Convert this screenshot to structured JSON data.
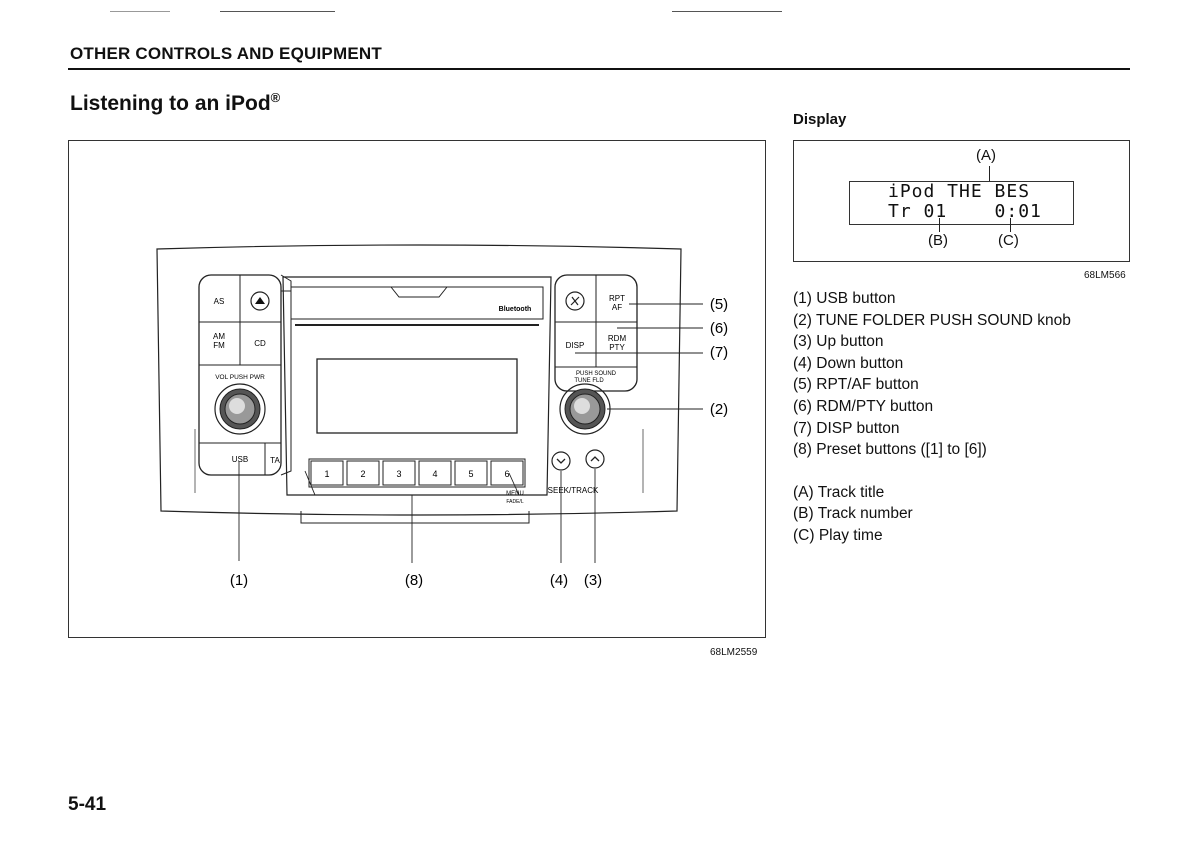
{
  "header": {
    "section_title": "OTHER CONTROLS AND EQUIPMENT"
  },
  "page": {
    "title": "Listening to an iPod",
    "title_mark": "®",
    "number": "5-41"
  },
  "figure": {
    "code": "68LM2559",
    "panel": {
      "left_buttons": [
        "AS",
        "▲",
        "AM\nFM",
        "CD",
        "USB",
        "TA"
      ],
      "vol_label": "VOL PUSH PWR",
      "bluetooth_label": "Bluetooth",
      "right_buttons": [
        "RPT\nAF",
        "DISP",
        "RDM\nPTY"
      ],
      "tune_label": "PUSH SOUND\nTUNE FLD",
      "presets": [
        "1",
        "2",
        "3",
        "4",
        "5",
        "6"
      ],
      "menu_label": "MENU",
      "fader_label": "FADE/L",
      "seek_label": "SEEK/TRACK"
    },
    "callouts": [
      "(1)",
      "(2)",
      "(3)",
      "(4)",
      "(5)",
      "(6)",
      "(7)",
      "(8)"
    ]
  },
  "display": {
    "heading": "Display",
    "code": "68LM566",
    "line1": "iPod THE BES",
    "line2": "Tr 01    0:01",
    "callouts": [
      "(A)",
      "(B)",
      "(C)"
    ]
  },
  "legend": [
    "(1) USB button",
    "(2) TUNE FOLDER PUSH SOUND knob",
    "(3) Up button",
    "(4) Down button",
    "(5) RPT/AF button",
    "(6) RDM/PTY button",
    "(7) DISP button",
    "(8) Preset buttons ([1] to [6])"
  ],
  "legend2": [
    "(A) Track title",
    "(B) Track number",
    "(C) Play time"
  ]
}
